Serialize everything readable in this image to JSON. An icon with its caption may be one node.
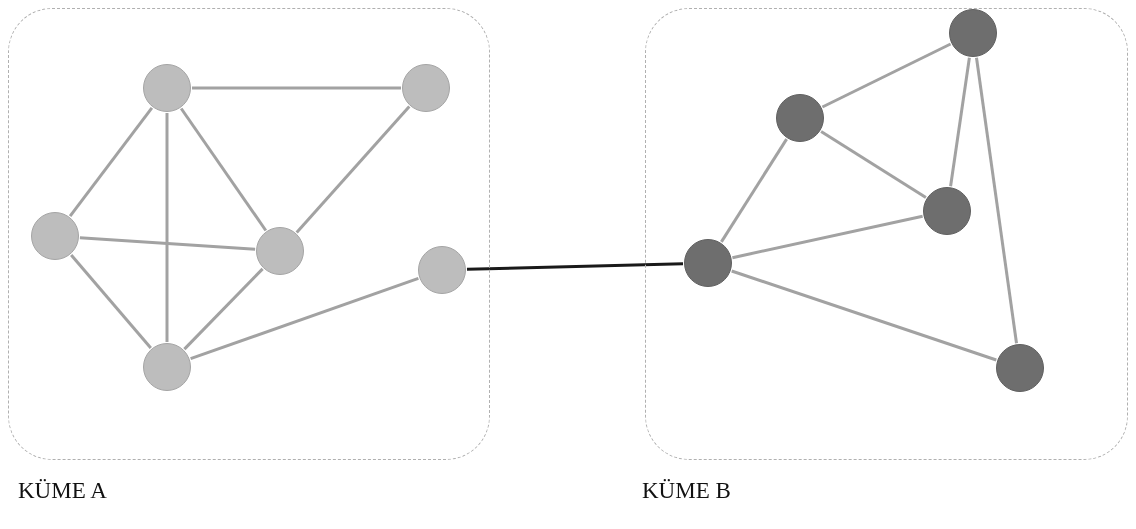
{
  "diagram": {
    "nodes": [
      {
        "text": [
          "KÜME A"
        ]
      },
      {
        "text": [],
        "shape": "circle",
        "in": 0
      },
      {
        "text": [],
        "shape": "circle",
        "in": 0
      },
      {
        "text": [],
        "shape": "circle",
        "in": 0
      },
      {
        "text": [],
        "shape": "circle",
        "in": 0
      },
      {
        "text": [],
        "shape": "circle",
        "in": 0
      },
      {
        "text": [],
        "shape": "circle",
        "in": 0
      },
      {
        "text": [
          "KÜME B"
        ]
      },
      {
        "text": [],
        "shape": "circle",
        "in": 7
      },
      {
        "text": [],
        "shape": "circle",
        "in": 7
      },
      {
        "text": [],
        "shape": "circle",
        "in": 7
      },
      {
        "text": [],
        "shape": "circle",
        "in": 7
      },
      {
        "text": [],
        "shape": "circle",
        "in": 7
      }
    ],
    "edges": [
      {
        "from": 1,
        "to": 2,
        "arrow": "none"
      },
      {
        "from": 1,
        "to": 3,
        "arrow": "none"
      },
      {
        "from": 1,
        "to": 4,
        "arrow": "none"
      },
      {
        "from": 1,
        "to": 6,
        "arrow": "none"
      },
      {
        "from": 2,
        "to": 4,
        "arrow": "none"
      },
      {
        "from": 3,
        "to": 4,
        "arrow": "none"
      },
      {
        "from": 3,
        "to": 6,
        "arrow": "none"
      },
      {
        "from": 4,
        "to": 6,
        "arrow": "none"
      },
      {
        "from": 6,
        "to": 5,
        "arrow": "none"
      },
      {
        "from": 5,
        "to": 11,
        "arrow": "none",
        "color": "#1a1a1a"
      },
      {
        "from": 9,
        "to": 8,
        "arrow": "none"
      },
      {
        "from": 9,
        "to": 10,
        "arrow": "none"
      },
      {
        "from": 9,
        "to": 11,
        "arrow": "none"
      },
      {
        "from": 8,
        "to": 10,
        "arrow": "none"
      },
      {
        "from": 8,
        "to": 12,
        "arrow": "none"
      },
      {
        "from": 11,
        "to": 10,
        "arrow": "none"
      },
      {
        "from": 11,
        "to": 12,
        "arrow": "none"
      }
    ]
  }
}
